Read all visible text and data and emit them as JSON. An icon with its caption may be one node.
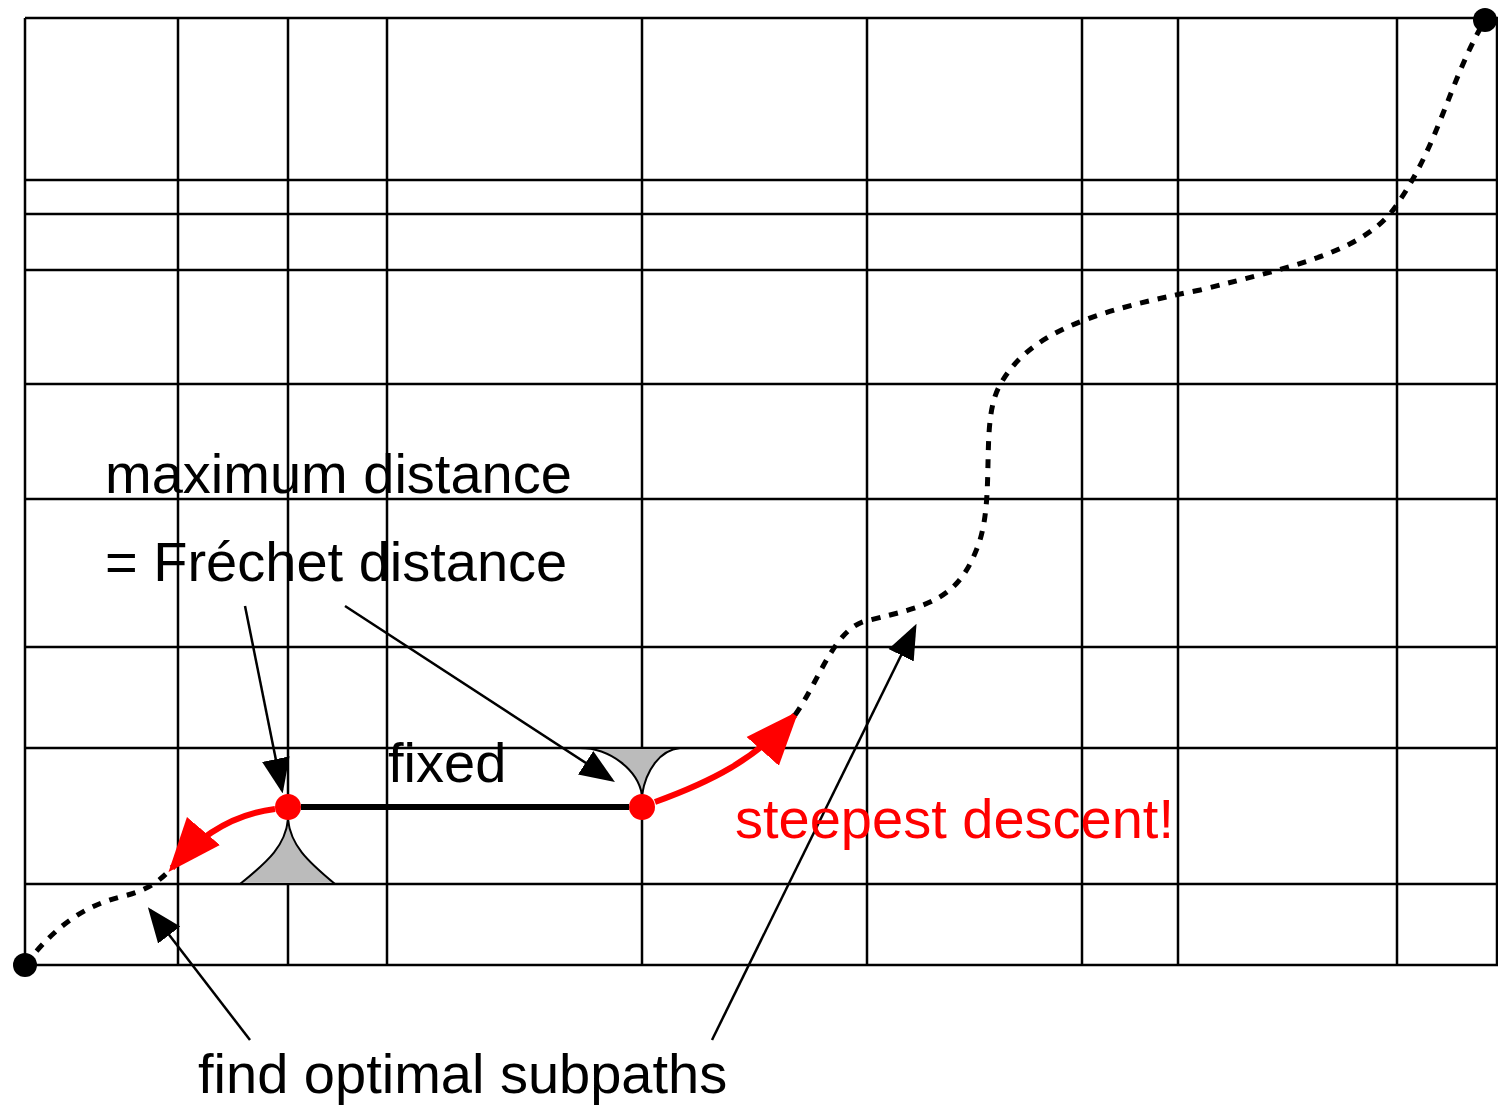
{
  "diagram": {
    "nodes": [
      {
        "text": [
          "maximum distance = Fréchet distance"
        ]
      },
      {
        "text": [],
        "shape": "circle"
      },
      {
        "text": [],
        "shape": "circle"
      },
      {
        "text": [
          "find optimal subpaths"
        ]
      },
      {
        "text": [],
        "shape": "line"
      },
      {
        "text": [],
        "shape": "line"
      }
    ],
    "edges": [
      {
        "from": 0,
        "to": 1,
        "arrow": "to"
      },
      {
        "from": 0,
        "to": 2,
        "arrow": "to"
      },
      {
        "from": 1,
        "to": 2,
        "arrow": "none",
        "label": "fixed",
        "style": "thick"
      },
      {
        "from": 1,
        "to": 4,
        "arrow": "to",
        "style": "thick",
        "color": "#ff0000"
      },
      {
        "from": 2,
        "to": 5,
        "arrow": "to",
        "style": "thick",
        "color": "#ff0000"
      },
      {
        "from": 3,
        "to": 4,
        "arrow": "to"
      },
      {
        "from": 3,
        "to": 5,
        "arrow": "to"
      }
    ],
    "labels": [
      "steepest descent!"
    ]
  }
}
